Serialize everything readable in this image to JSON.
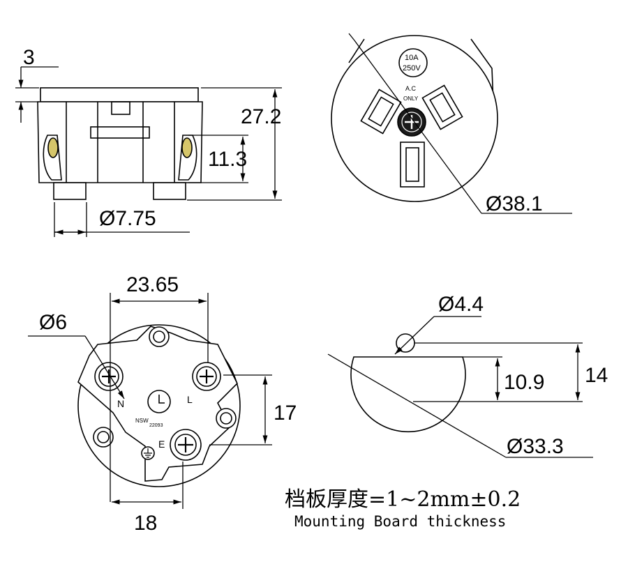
{
  "dims": {
    "flange": "3",
    "height": "27.2",
    "pin_len": "11.3",
    "pin_dia": "Ø7.75",
    "face_dia": "Ø38.1",
    "width": "23.65",
    "screw": "Ø6",
    "offset17": "17",
    "offset18": "18",
    "hole": "Ø4.4",
    "h10_9": "10.9",
    "h14": "14",
    "cut_dia": "Ø33.3"
  },
  "labels": {
    "rating_top": "10A",
    "rating_bottom": "250V",
    "ac": "A.C",
    "only": "ONLY",
    "neutral": "N",
    "live": "L",
    "earth": "E",
    "nsw": "NSW",
    "approval": "22093"
  },
  "note": {
    "chinese": "档板厚度=1~2mm±0.2",
    "english": "Mounting Board thickness"
  },
  "colors": {
    "line": "#000000",
    "pin": "#d6c66a",
    "screw_face": "#1a1a1a"
  }
}
